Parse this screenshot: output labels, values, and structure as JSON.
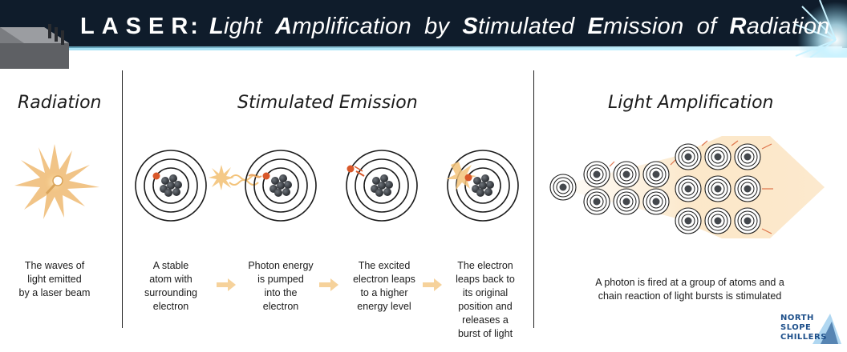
{
  "header": {
    "title_lead": "LASER",
    "title_separator": ":",
    "title_words": [
      {
        "cap": "L",
        "rest": "ight"
      },
      {
        "cap": "A",
        "rest": "mplification"
      },
      {
        "cap": "",
        "rest": "by"
      },
      {
        "cap": "S",
        "rest": "timulated"
      },
      {
        "cap": "E",
        "rest": "mission"
      },
      {
        "cap": "",
        "rest": "of"
      },
      {
        "cap": "R",
        "rest": "adiation"
      }
    ]
  },
  "sections": {
    "radiation": {
      "title": "Radiation",
      "caption": [
        "The waves of",
        "light emitted",
        "by a laser beam"
      ]
    },
    "stimulated_emission": {
      "title": "Stimulated Emission",
      "steps": [
        {
          "caption": [
            "A stable",
            "atom with",
            "surrounding",
            "electron"
          ]
        },
        {
          "caption": [
            "Photon energy",
            "is pumped",
            "into the",
            "electron"
          ]
        },
        {
          "caption": [
            "The excited",
            "electron leaps",
            "to a higher",
            "energy level"
          ]
        },
        {
          "caption": [
            "The electron",
            "leaps back to",
            "its original",
            "position and",
            "releases a",
            "burst of light"
          ]
        }
      ]
    },
    "light_amplification": {
      "title": "Light Amplification",
      "caption": [
        "A photon is fired at a group of atoms and a",
        "chain reaction of light bursts is stimulated"
      ]
    }
  },
  "logo": {
    "lines": [
      "NORTH",
      "SLOPE",
      "CHILLERS"
    ]
  },
  "colors": {
    "banner": "#0f1c2b",
    "beam": "#9fe2f5",
    "electron": "#d9582a",
    "photon": "#f3c37a",
    "nucleus": "#33373c",
    "arrow": "#f6d29b",
    "logo": "#1d4f8a"
  }
}
